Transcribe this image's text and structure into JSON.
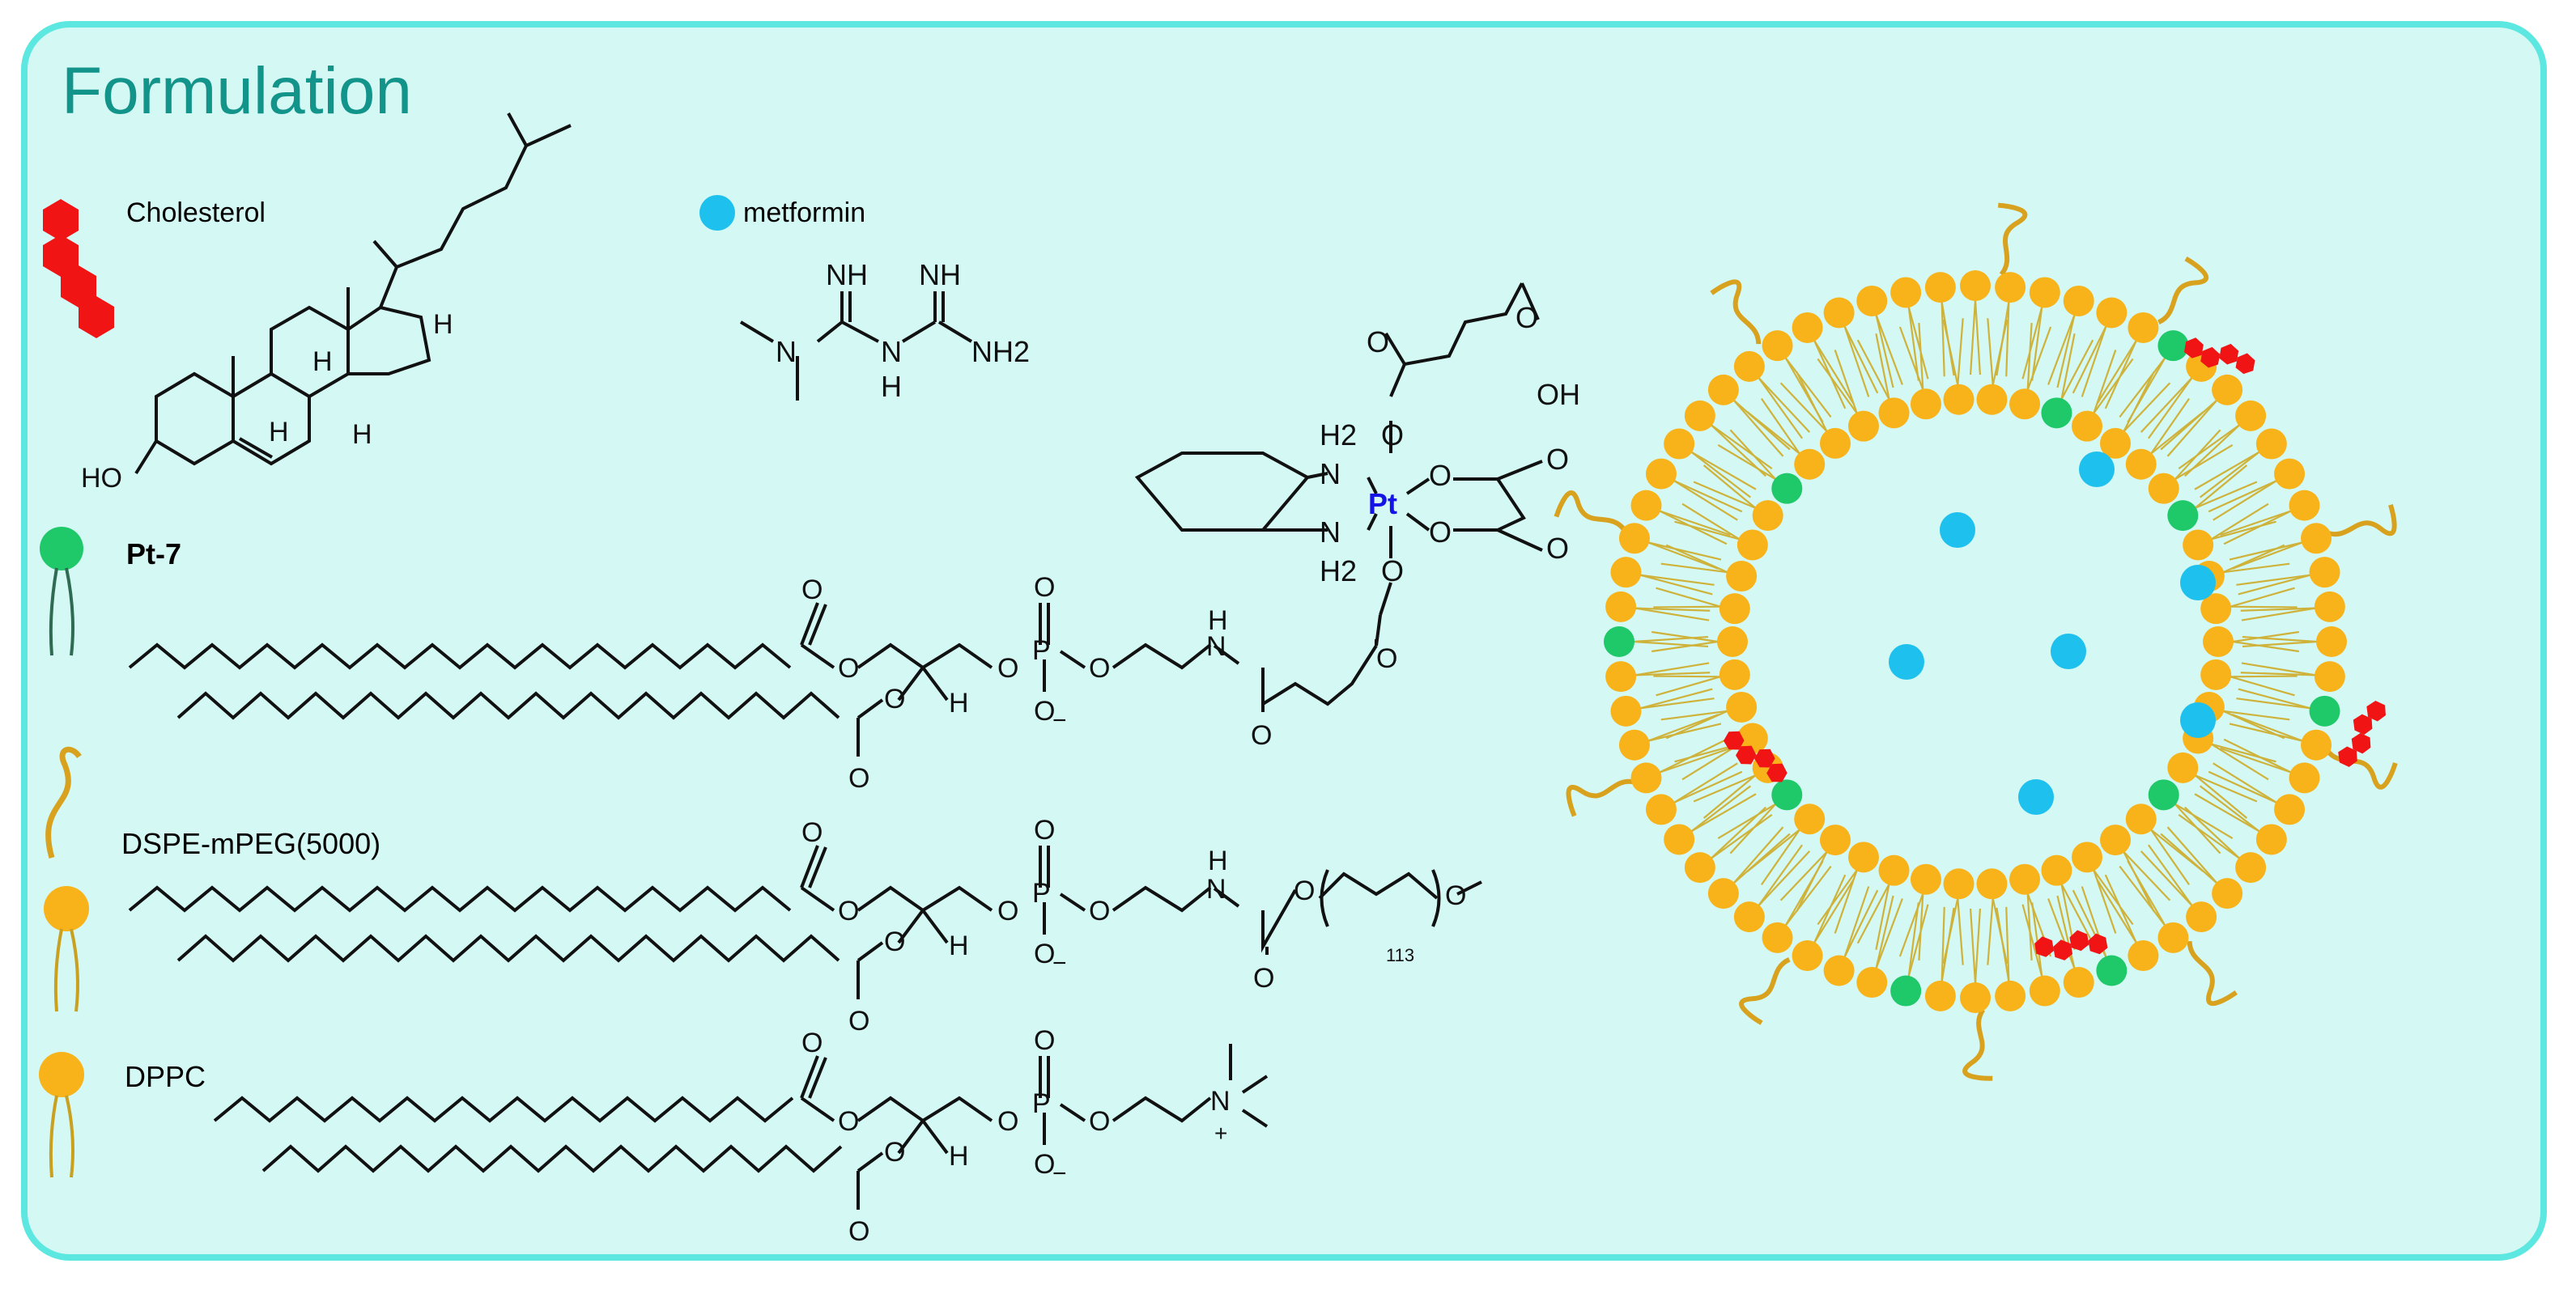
{
  "title": "Formulation",
  "legend": {
    "cholesterol": "Cholesterol",
    "metformin": "metformin",
    "pt7": "Pt-7",
    "dspe": "DSPE-mPEG(5000)",
    "dppc": "DPPC"
  },
  "atoms": {
    "HO": "HO",
    "H": "H",
    "NH": "NH",
    "N": "N",
    "H_": "H",
    "NH2": "NH2",
    "O": "O",
    "OH": "OH",
    "H2": "H2",
    "Pt": "Pt",
    "P": "P",
    "minus": "−",
    "plus": "+",
    "n113": "113"
  },
  "colors": {
    "panel_border": "#5ce8e0",
    "panel_fill": "#d4f8f4",
    "title": "#12948a",
    "lipid_head": "#f8b21a",
    "pt7_head": "#1fc868",
    "metformin": "#1ec0ee",
    "cholesterol": "#f01414",
    "platinum": "#1414e6"
  }
}
